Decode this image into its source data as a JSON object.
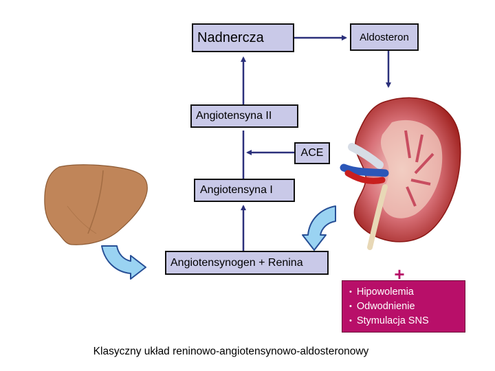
{
  "nodes": {
    "nadnercza": "Nadnercza",
    "aldosteron": "Aldosteron",
    "angiotensyna_ii": "Angiotensyna II",
    "ace": "ACE",
    "angiotensyna_i": "Angiotensyna I",
    "angiotensynogen_renina": "Angiotensynogen + Renina"
  },
  "plus_sign": "+",
  "causes": [
    "Hipowolemia",
    "Odwodnienie",
    "Stymulacja SNS"
  ],
  "caption": "Klasyczny układ reninowo-angiotensynowo-aldosteronowy",
  "icons": [
    "liver-icon",
    "kidney-icon",
    "curved-arrow-icon"
  ],
  "colors": {
    "box_fill": "#c9c9e8",
    "causes_fill": "#b80f69",
    "liver": "#c08559",
    "arrow_fill": "#9ad3f2",
    "arrow_stroke": "#274f96"
  }
}
